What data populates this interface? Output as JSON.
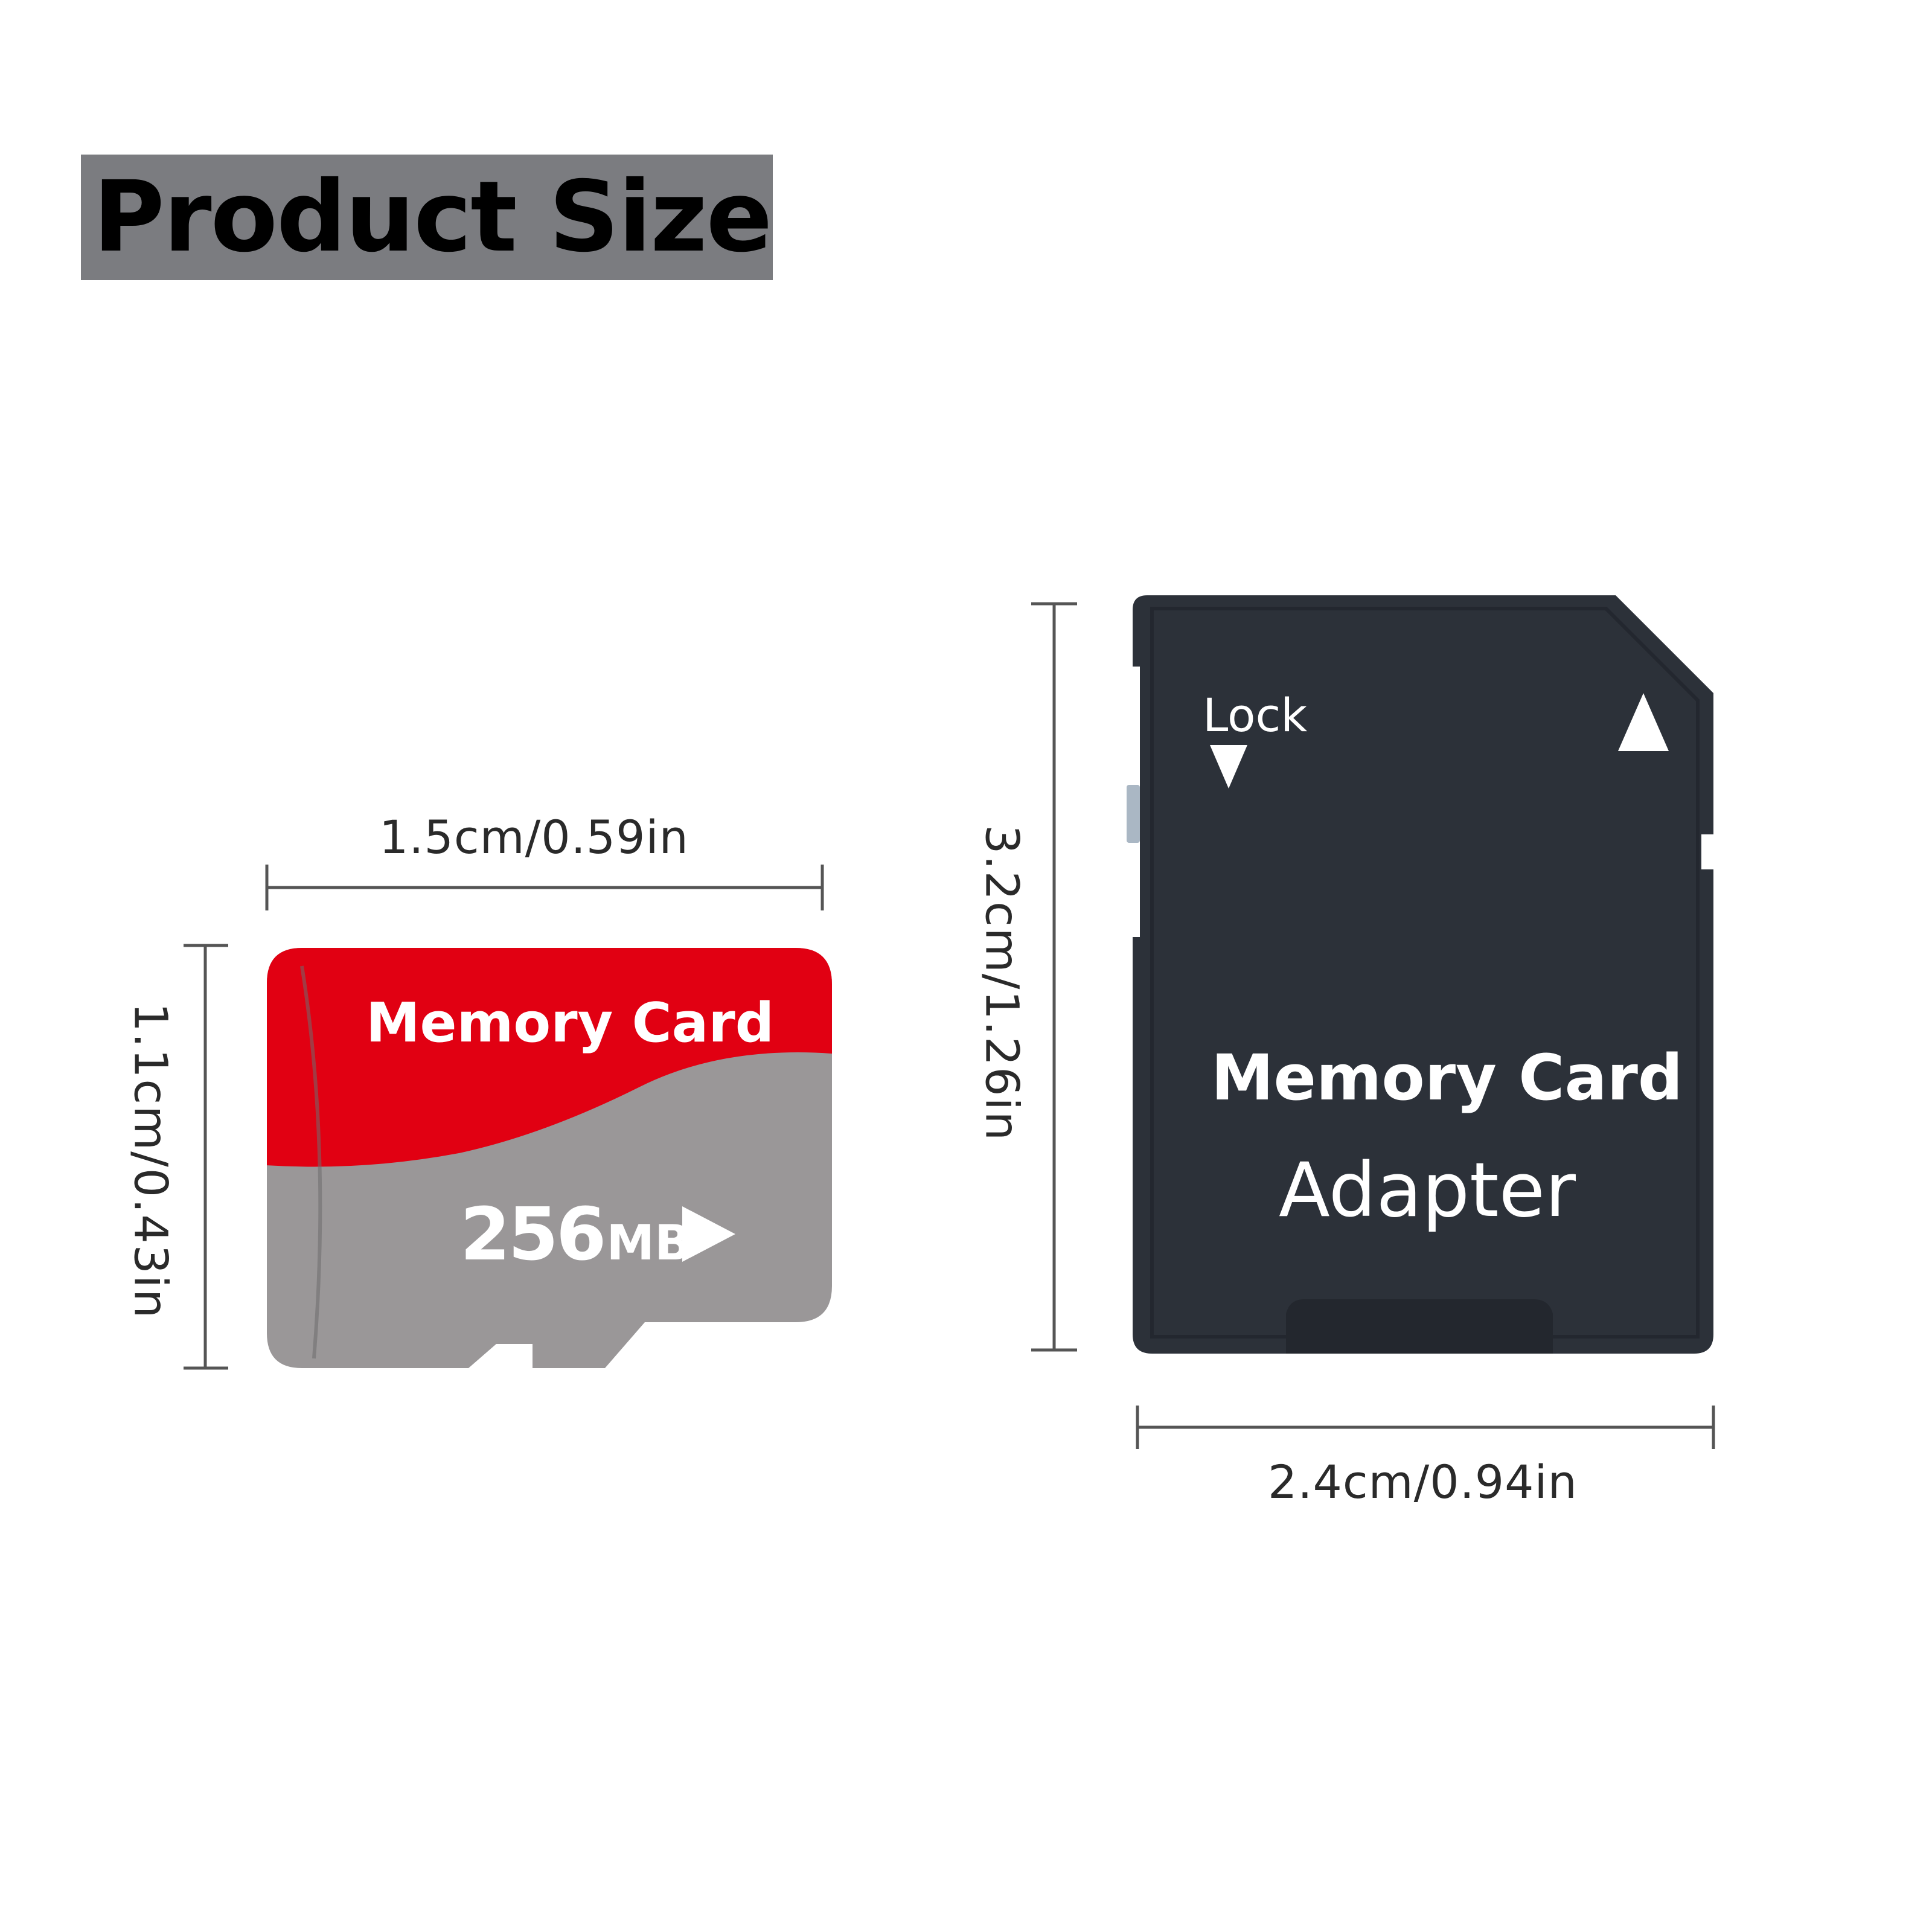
{
  "title": "Product Size",
  "micro_card": {
    "brand_label": "Memory Card",
    "capacity": "256",
    "capacity_unit": "MB",
    "width_label": "1.5cm/0.59in",
    "height_label": "1.1cm/0.43in",
    "colors": {
      "top": "#e10012",
      "bottom": "#9a9798"
    }
  },
  "adapter": {
    "lock_label": "Lock",
    "name_line1": "Memory Card",
    "name_line2": "Adapter",
    "width_label": "2.4cm/0.94in",
    "height_label": "3.2cm/1.26in",
    "colors": {
      "body": "#2c3139"
    }
  },
  "icons": [
    "play-arrow-icon",
    "lock-arrow-down-icon",
    "insert-arrow-up-icon"
  ]
}
